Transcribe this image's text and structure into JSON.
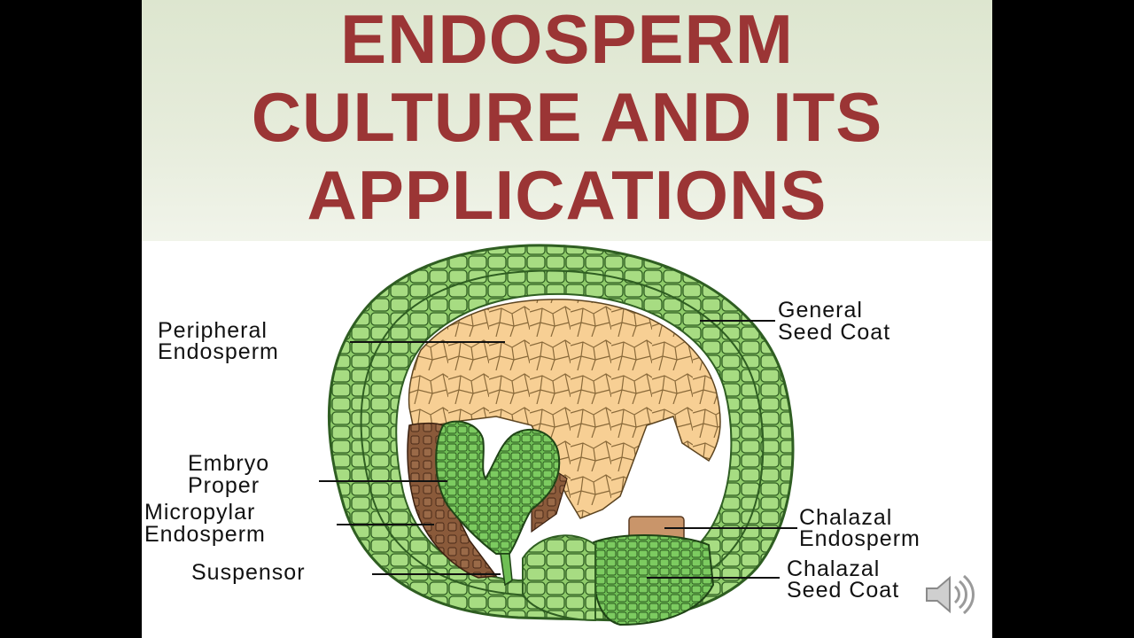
{
  "title": {
    "line1": "ENDOSPERM",
    "line2": "CULTURE AND ITS",
    "line3": "APPLICATIONS"
  },
  "labels": {
    "peripheral_1": "Peripheral",
    "peripheral_2": "Endosperm",
    "general_1": "General",
    "general_2": "Seed Coat",
    "embryo_1": "Embryo",
    "embryo_2": "Proper",
    "micropylar_1": "Micropylar",
    "micropylar_2": "Endosperm",
    "suspensor": "Suspensor",
    "chalazal_endo_1": "Chalazal",
    "chalazal_endo_2": "Endosperm",
    "chalazal_coat_1": "Chalazal",
    "chalazal_coat_2": "Seed Coat"
  },
  "colors": {
    "title": "#9b3535",
    "seed_coat": "#8fcc6a",
    "endosperm": "#f7cf94",
    "micropylar": "#8a5a3a",
    "embryo": "#6fbf55",
    "chalazal_endosperm": "#c9956a"
  },
  "icons": {
    "audio": "speaker-icon"
  }
}
